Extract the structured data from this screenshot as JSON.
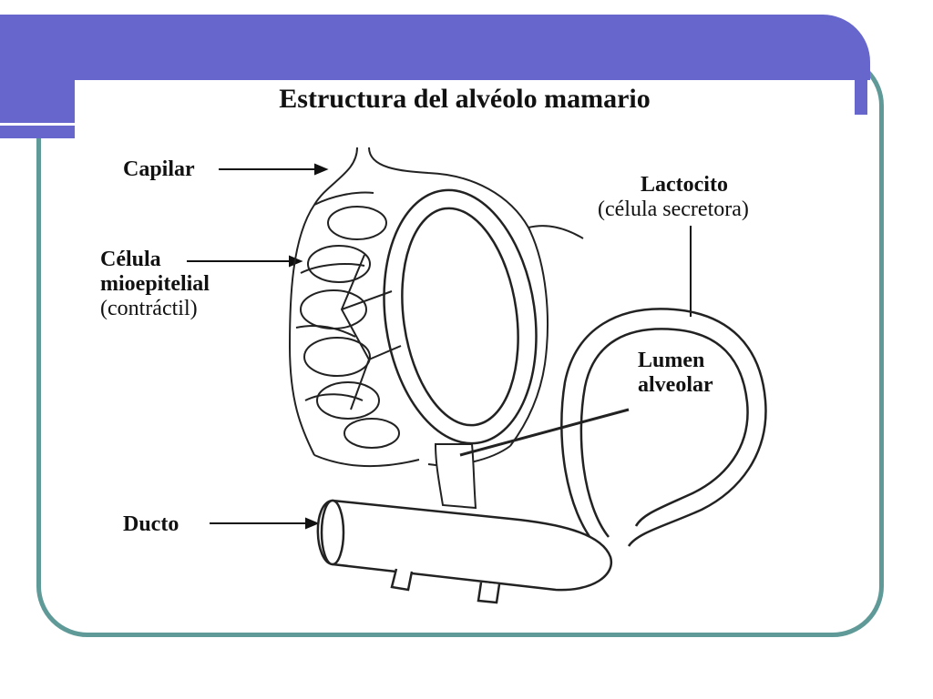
{
  "title": "Estructura del alvéolo mamario",
  "labels": {
    "capilar": "Capilar",
    "celula_line1": "Célula",
    "celula_line2": "mioepitelial",
    "celula_line3": "(contráctil)",
    "lactocito_line1": "Lactocito",
    "lactocito_line2": "(célula secretora)",
    "lumen_line1": "Lumen",
    "lumen_line2": "alveolar",
    "ducto": "Ducto"
  },
  "colors": {
    "banner": "#6666cc",
    "frame": "#5f9a98",
    "ink": "#111111"
  }
}
